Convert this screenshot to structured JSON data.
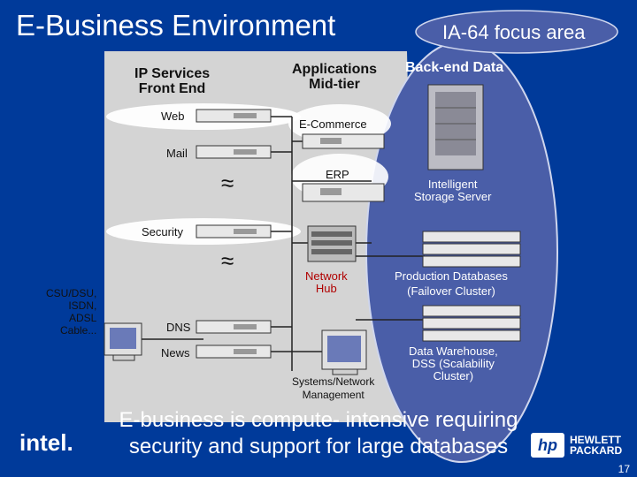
{
  "slide": {
    "title": "E-Business Environment",
    "focus_label": "IA-64 focus area",
    "page_number": "17",
    "footer_line1": "E-business is compute- intensive requiring",
    "footer_line2": "security and support for large databases",
    "intel_logo": "intel.",
    "hp_logo": "hp",
    "hp_name_line1": "HEWLETT",
    "hp_name_line2": "PACKARD"
  },
  "headers": {
    "ip_services_l1": "IP Services",
    "ip_services_l2": "Front End",
    "apps_l1": "Applications",
    "apps_l2": "Mid-tier",
    "backend": "Back-end Data"
  },
  "labels": {
    "web": "Web",
    "mail": "Mail",
    "security": "Security",
    "dns": "DNS",
    "news": "News",
    "ecommerce": "E-Commerce",
    "erp": "ERP",
    "network_hub_l1": "Network",
    "network_hub_l2": "Hub",
    "csu_l1": "CSU/DSU,",
    "csu_l2": "ISDN,",
    "csu_l3": "ADSL",
    "csu_l4": "Cable...",
    "sysmgmt_l1": "Systems/Network",
    "sysmgmt_l2": "Management",
    "storage_l1": "Intelligent",
    "storage_l2": "Storage Server",
    "proddb_l1": "Production Databases",
    "proddb_l2": "(Failover Cluster)",
    "dw_l1": "Data Warehouse,",
    "dw_l2": "DSS (Scalability",
    "dw_l3": "Cluster)",
    "tilde": "≈"
  },
  "colors": {
    "background": "#003A9A",
    "panel": "#D4D4D4",
    "focus_ellipse": "#4A5EA8",
    "line": "#222222"
  }
}
